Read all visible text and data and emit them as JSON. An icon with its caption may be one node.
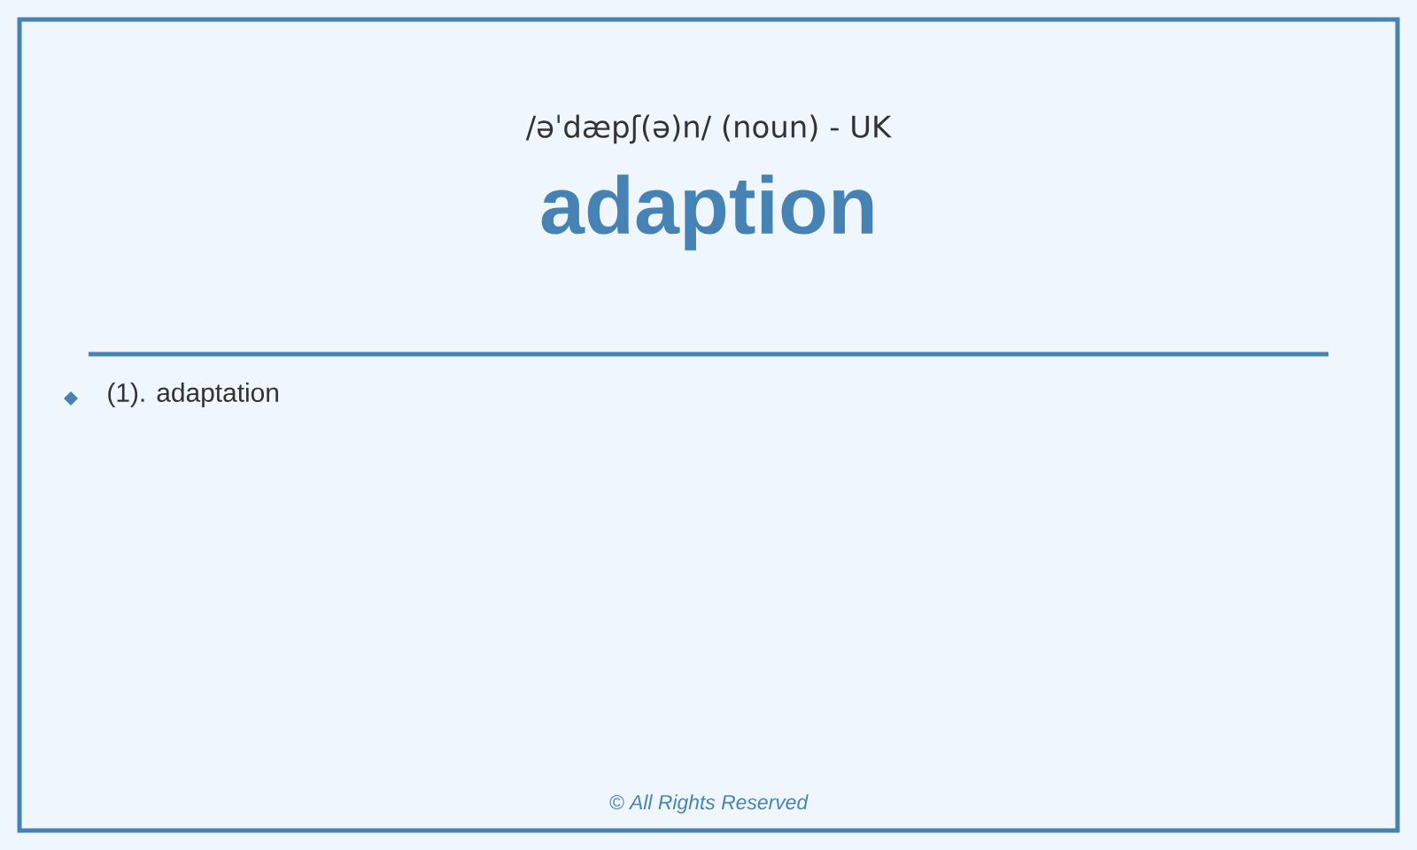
{
  "diagram": {
    "title": "adaption",
    "labels": [
      "/əˈdæpʃ(ə)n/ (noun) - UK",
      "(1). adaptation",
      "© All Rights Reserved"
    ]
  }
}
